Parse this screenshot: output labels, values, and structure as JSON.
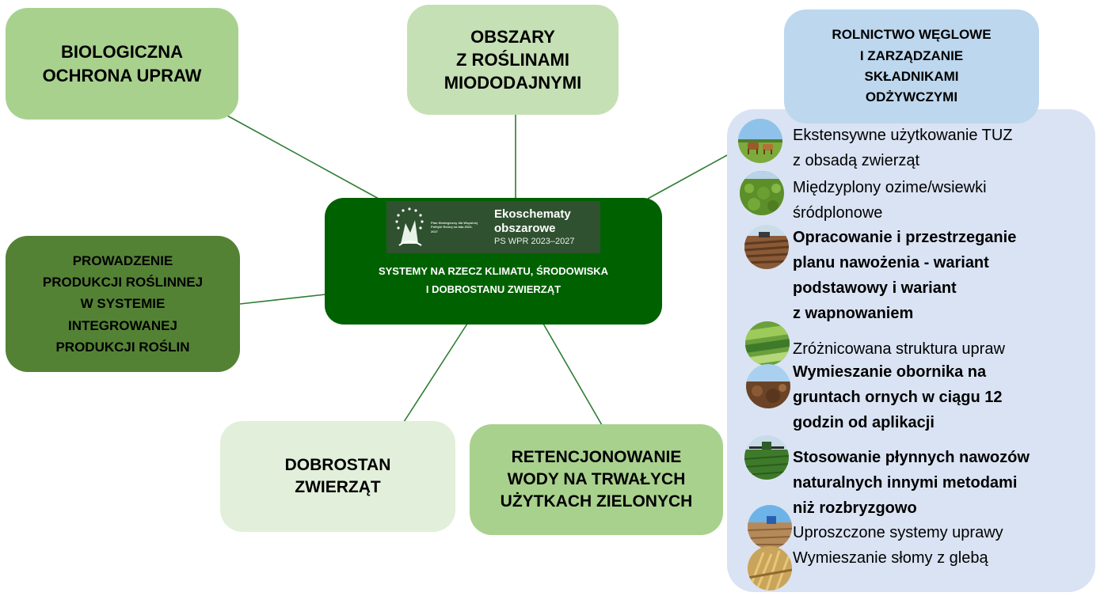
{
  "nodes": {
    "bio": "BIOLOGICZNA\nOCHRONA UPRAW",
    "miod": "OBSZARY\nZ ROŚLINAMI\nMIODODAJNYMI",
    "rolnictwo": "ROLNICTWO WĘGLOWE\nI ZARZĄDZANIE\nSKŁADNIKAMI\nODŻYWCZYMI",
    "prowadzenie": "PROWADZENIE\nPRODUKCJI ROŚLINNEJ\nW SYSTEMIE\nINTEGROWANEJ\nPRODUKCJI ROŚLIN",
    "dobrostan": "DOBROSTAN\nZWIERZĄT",
    "retencja": "RETENCJONOWANIE\nWODY NA TRWAŁYCH\nUŻYTKACH ZIELONYCH"
  },
  "center": {
    "logo_title": "Ekoschematy",
    "logo_title2": "obszarowe",
    "logo_sub": "PS WPR 2023–2027",
    "logo_small": "Plan Strategiczny dla Wspólnej Polityki Rolnej na lata 2023-2027",
    "caption": "SYSTEMY NA RZECZ KLIMATU, ŚRODOWISKA\nI DOBROSTANU ZWIERZĄT"
  },
  "items": [
    {
      "text": "Ekstensywne użytkowanie TUZ\nz obsadą zwierząt",
      "bold": false,
      "icon": "cows-pasture-photo"
    },
    {
      "text": "Międzyplony ozime/wsiewki\nśródplonowe",
      "bold": false,
      "icon": "cover-crop-photo"
    },
    {
      "text": "Opracowanie i przestrzeganie\nplanu nawożenia - wariant\npodstawowy i wariant\nz wapnowaniem",
      "bold": true,
      "icon": "tractor-field-photo"
    },
    {
      "text": "Zróżnicowana struktura upraw",
      "bold": false,
      "icon": "crop-fields-photo"
    },
    {
      "text": "Wymieszanie obornika na\ngruntach ornych w ciągu 12\ngodzin od aplikacji",
      "bold": true,
      "icon": "manure-photo"
    },
    {
      "text": "Stosowanie płynnych nawozów\nnaturalnych innymi metodami\nniż rozbryzgowo",
      "bold": true,
      "icon": "sprayer-photo"
    },
    {
      "text": "Uproszczone systemy uprawy",
      "bold": false,
      "icon": "tillage-photo"
    },
    {
      "text": "Wymieszanie słomy z glebą",
      "bold": false,
      "icon": "straw-photo"
    }
  ],
  "colors": {
    "center": "#006100",
    "connector": "#2e7d32",
    "panel": "#dae3f3"
  }
}
